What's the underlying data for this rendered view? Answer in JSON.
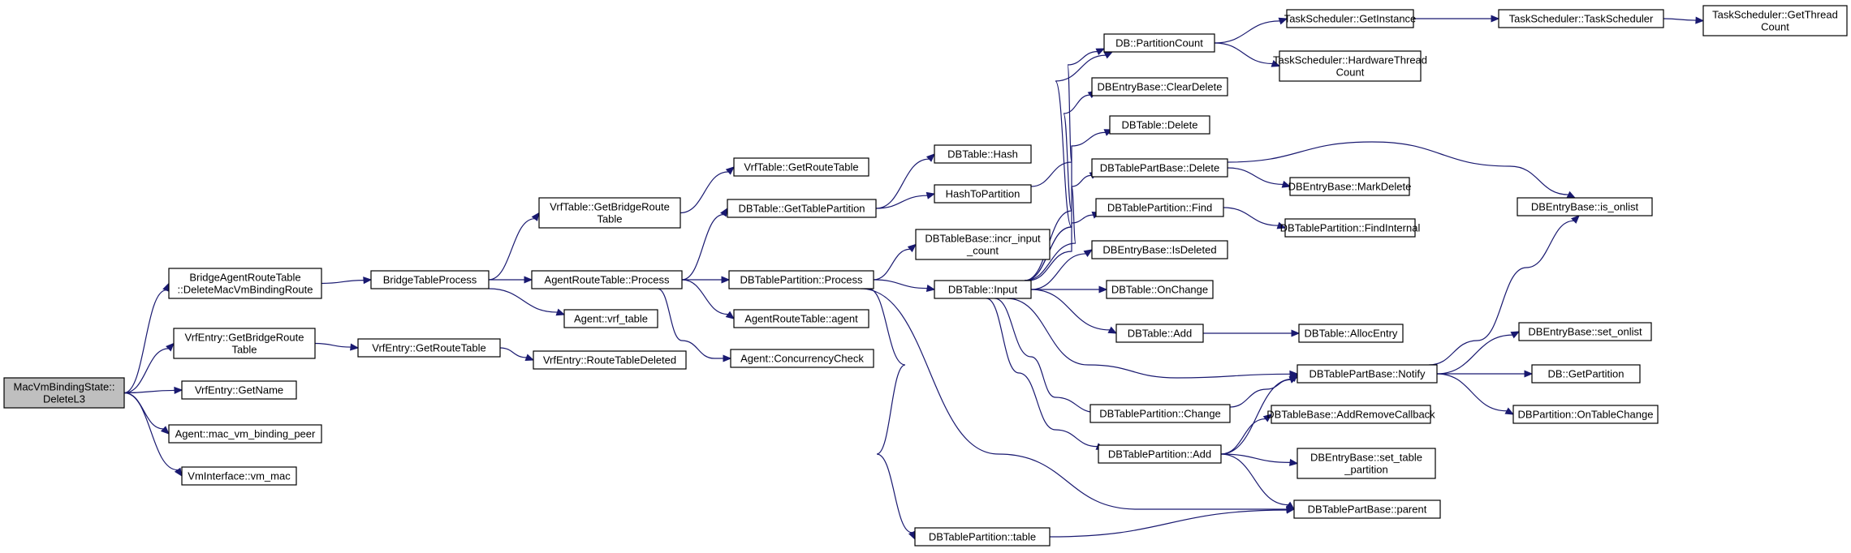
{
  "colors": {
    "edge": "#191970",
    "root_fill": "#bfbfbf",
    "node_fill": "#ffffff",
    "border": "#000000"
  },
  "nodes": [
    {
      "id": "root",
      "lines": [
        "MacVmBindingState::",
        "DeleteL3"
      ],
      "root": true
    },
    {
      "id": "bart_del",
      "lines": [
        "BridgeAgentRouteTable",
        "::DeleteMacVmBindingRoute"
      ]
    },
    {
      "id": "vrfe_gbrt",
      "lines": [
        "VrfEntry::GetBridgeRoute",
        "Table"
      ]
    },
    {
      "id": "vrfe_name",
      "lines": [
        "VrfEntry::GetName"
      ]
    },
    {
      "id": "agent_mvbp",
      "lines": [
        "Agent::mac_vm_binding_peer"
      ]
    },
    {
      "id": "vmi_mac",
      "lines": [
        "VmInterface::vm_mac"
      ]
    },
    {
      "id": "btp",
      "lines": [
        "BridgeTableProcess"
      ]
    },
    {
      "id": "vrfe_grt",
      "lines": [
        "VrfEntry::GetRouteTable"
      ]
    },
    {
      "id": "vrfe_rtd",
      "lines": [
        "VrfEntry::RouteTableDeleted"
      ]
    },
    {
      "id": "vrft_gbrt",
      "lines": [
        "VrfTable::GetBridgeRoute",
        "Table"
      ]
    },
    {
      "id": "art_proc",
      "lines": [
        "AgentRouteTable::Process"
      ]
    },
    {
      "id": "agent_vrft",
      "lines": [
        "Agent::vrf_table"
      ]
    },
    {
      "id": "vrft_grt",
      "lines": [
        "VrfTable::GetRouteTable"
      ]
    },
    {
      "id": "dbt_gtp",
      "lines": [
        "DBTable::GetTablePartition"
      ]
    },
    {
      "id": "dbtp_proc",
      "lines": [
        "DBTablePartition::Process"
      ]
    },
    {
      "id": "art_agent",
      "lines": [
        "AgentRouteTable::agent"
      ]
    },
    {
      "id": "agent_cc",
      "lines": [
        "Agent::ConcurrencyCheck"
      ]
    },
    {
      "id": "dbt_hash",
      "lines": [
        "DBTable::Hash"
      ]
    },
    {
      "id": "h2p",
      "lines": [
        "HashToPartition"
      ]
    },
    {
      "id": "dbtb_iic",
      "lines": [
        "DBTableBase::incr_input",
        "_count"
      ]
    },
    {
      "id": "dbt_input",
      "lines": [
        "DBTable::Input"
      ]
    },
    {
      "id": "dbtp_table",
      "lines": [
        "DBTablePartition::table"
      ]
    },
    {
      "id": "db_pc",
      "lines": [
        "DB::PartitionCount"
      ]
    },
    {
      "id": "dbeb_cd",
      "lines": [
        "DBEntryBase::ClearDelete"
      ]
    },
    {
      "id": "dbt_delete",
      "lines": [
        "DBTable::Delete"
      ]
    },
    {
      "id": "dbtpb_delete",
      "lines": [
        "DBTablePartBase::Delete"
      ]
    },
    {
      "id": "dbtp_find",
      "lines": [
        "DBTablePartition::Find"
      ]
    },
    {
      "id": "dbeb_isdel",
      "lines": [
        "DBEntryBase::IsDeleted"
      ]
    },
    {
      "id": "dbt_onchange",
      "lines": [
        "DBTable::OnChange"
      ]
    },
    {
      "id": "dbt_add",
      "lines": [
        "DBTable::Add"
      ]
    },
    {
      "id": "dbtp_change",
      "lines": [
        "DBTablePartition::Change"
      ]
    },
    {
      "id": "dbtp_add",
      "lines": [
        "DBTablePartition::Add"
      ]
    },
    {
      "id": "ts_gi",
      "lines": [
        "TaskScheduler::GetInstance"
      ]
    },
    {
      "id": "ts_htc",
      "lines": [
        "TaskScheduler::HardwareThread",
        "Count"
      ]
    },
    {
      "id": "dbeb_md",
      "lines": [
        "DBEntryBase::MarkDelete"
      ]
    },
    {
      "id": "dbtp_fi",
      "lines": [
        "DBTablePartition::FindInternal"
      ]
    },
    {
      "id": "dbt_ae",
      "lines": [
        "DBTable::AllocEntry"
      ]
    },
    {
      "id": "dbtpb_notify",
      "lines": [
        "DBTablePartBase::Notify"
      ]
    },
    {
      "id": "dbtb_arc",
      "lines": [
        "DBTableBase::AddRemoveCallback"
      ]
    },
    {
      "id": "dbeb_stp",
      "lines": [
        "DBEntryBase::set_table",
        "_partition"
      ]
    },
    {
      "id": "dbtpb_parent",
      "lines": [
        "DBTablePartBase::parent"
      ]
    },
    {
      "id": "ts_ts",
      "lines": [
        "TaskScheduler::TaskScheduler"
      ]
    },
    {
      "id": "ts_gtc",
      "lines": [
        "TaskScheduler::GetThread",
        "Count"
      ]
    },
    {
      "id": "dbeb_io",
      "lines": [
        "DBEntryBase::is_onlist"
      ]
    },
    {
      "id": "dbeb_so",
      "lines": [
        "DBEntryBase::set_onlist"
      ]
    },
    {
      "id": "db_gp",
      "lines": [
        "DB::GetPartition"
      ]
    },
    {
      "id": "dbp_otc",
      "lines": [
        "DBPartition::OnTableChange"
      ]
    }
  ],
  "edges": [
    [
      "root",
      "bart_del"
    ],
    [
      "root",
      "vrfe_gbrt"
    ],
    [
      "root",
      "vrfe_name"
    ],
    [
      "root",
      "agent_mvbp"
    ],
    [
      "root",
      "vmi_mac"
    ],
    [
      "bart_del",
      "btp"
    ],
    [
      "vrfe_gbrt",
      "vrfe_grt"
    ],
    [
      "vrfe_grt",
      "vrfe_rtd"
    ],
    [
      "btp",
      "vrft_gbrt"
    ],
    [
      "btp",
      "art_proc"
    ],
    [
      "btp",
      "agent_vrft"
    ],
    [
      "vrft_gbrt",
      "vrft_grt"
    ],
    [
      "art_proc",
      "dbt_gtp"
    ],
    [
      "art_proc",
      "dbtp_proc"
    ],
    [
      "art_proc",
      "art_agent"
    ],
    [
      "art_proc",
      "agent_cc"
    ],
    [
      "dbt_gtp",
      "dbt_hash"
    ],
    [
      "dbt_gtp",
      "h2p"
    ],
    [
      "h2p",
      "db_pc"
    ],
    [
      "dbtp_proc",
      "dbtb_iic"
    ],
    [
      "dbtp_proc",
      "dbt_input"
    ],
    [
      "dbtp_proc",
      "dbtp_table"
    ],
    [
      "dbtp_proc",
      "dbtpb_parent"
    ],
    [
      "dbt_input",
      "db_pc"
    ],
    [
      "dbt_input",
      "dbeb_cd"
    ],
    [
      "dbt_input",
      "dbt_delete"
    ],
    [
      "dbt_input",
      "dbtpb_delete"
    ],
    [
      "dbt_input",
      "dbtp_find"
    ],
    [
      "dbt_input",
      "dbeb_isdel"
    ],
    [
      "dbt_input",
      "dbt_onchange"
    ],
    [
      "dbt_input",
      "dbt_add"
    ],
    [
      "dbt_input",
      "dbtpb_notify"
    ],
    [
      "dbt_input",
      "dbtp_change"
    ],
    [
      "dbt_input",
      "dbtp_add"
    ],
    [
      "dbtp_table",
      "dbtpb_parent"
    ],
    [
      "db_pc",
      "ts_gi"
    ],
    [
      "db_pc",
      "ts_htc"
    ],
    [
      "ts_gi",
      "ts_ts"
    ],
    [
      "ts_ts",
      "ts_gtc"
    ],
    [
      "dbtpb_delete",
      "dbeb_md"
    ],
    [
      "dbtpb_delete",
      "dbeb_io"
    ],
    [
      "dbtp_find",
      "dbtp_fi"
    ],
    [
      "dbt_add",
      "dbt_ae"
    ],
    [
      "dbtp_change",
      "dbtpb_notify"
    ],
    [
      "dbtp_add",
      "dbtpb_notify"
    ],
    [
      "dbtp_add",
      "dbtb_arc"
    ],
    [
      "dbtp_add",
      "dbeb_stp"
    ],
    [
      "dbtp_add",
      "dbtpb_parent"
    ],
    [
      "dbtpb_notify",
      "dbeb_io"
    ],
    [
      "dbtpb_notify",
      "dbeb_so"
    ],
    [
      "dbtpb_notify",
      "db_gp"
    ],
    [
      "dbtpb_notify",
      "dbp_otc"
    ]
  ]
}
